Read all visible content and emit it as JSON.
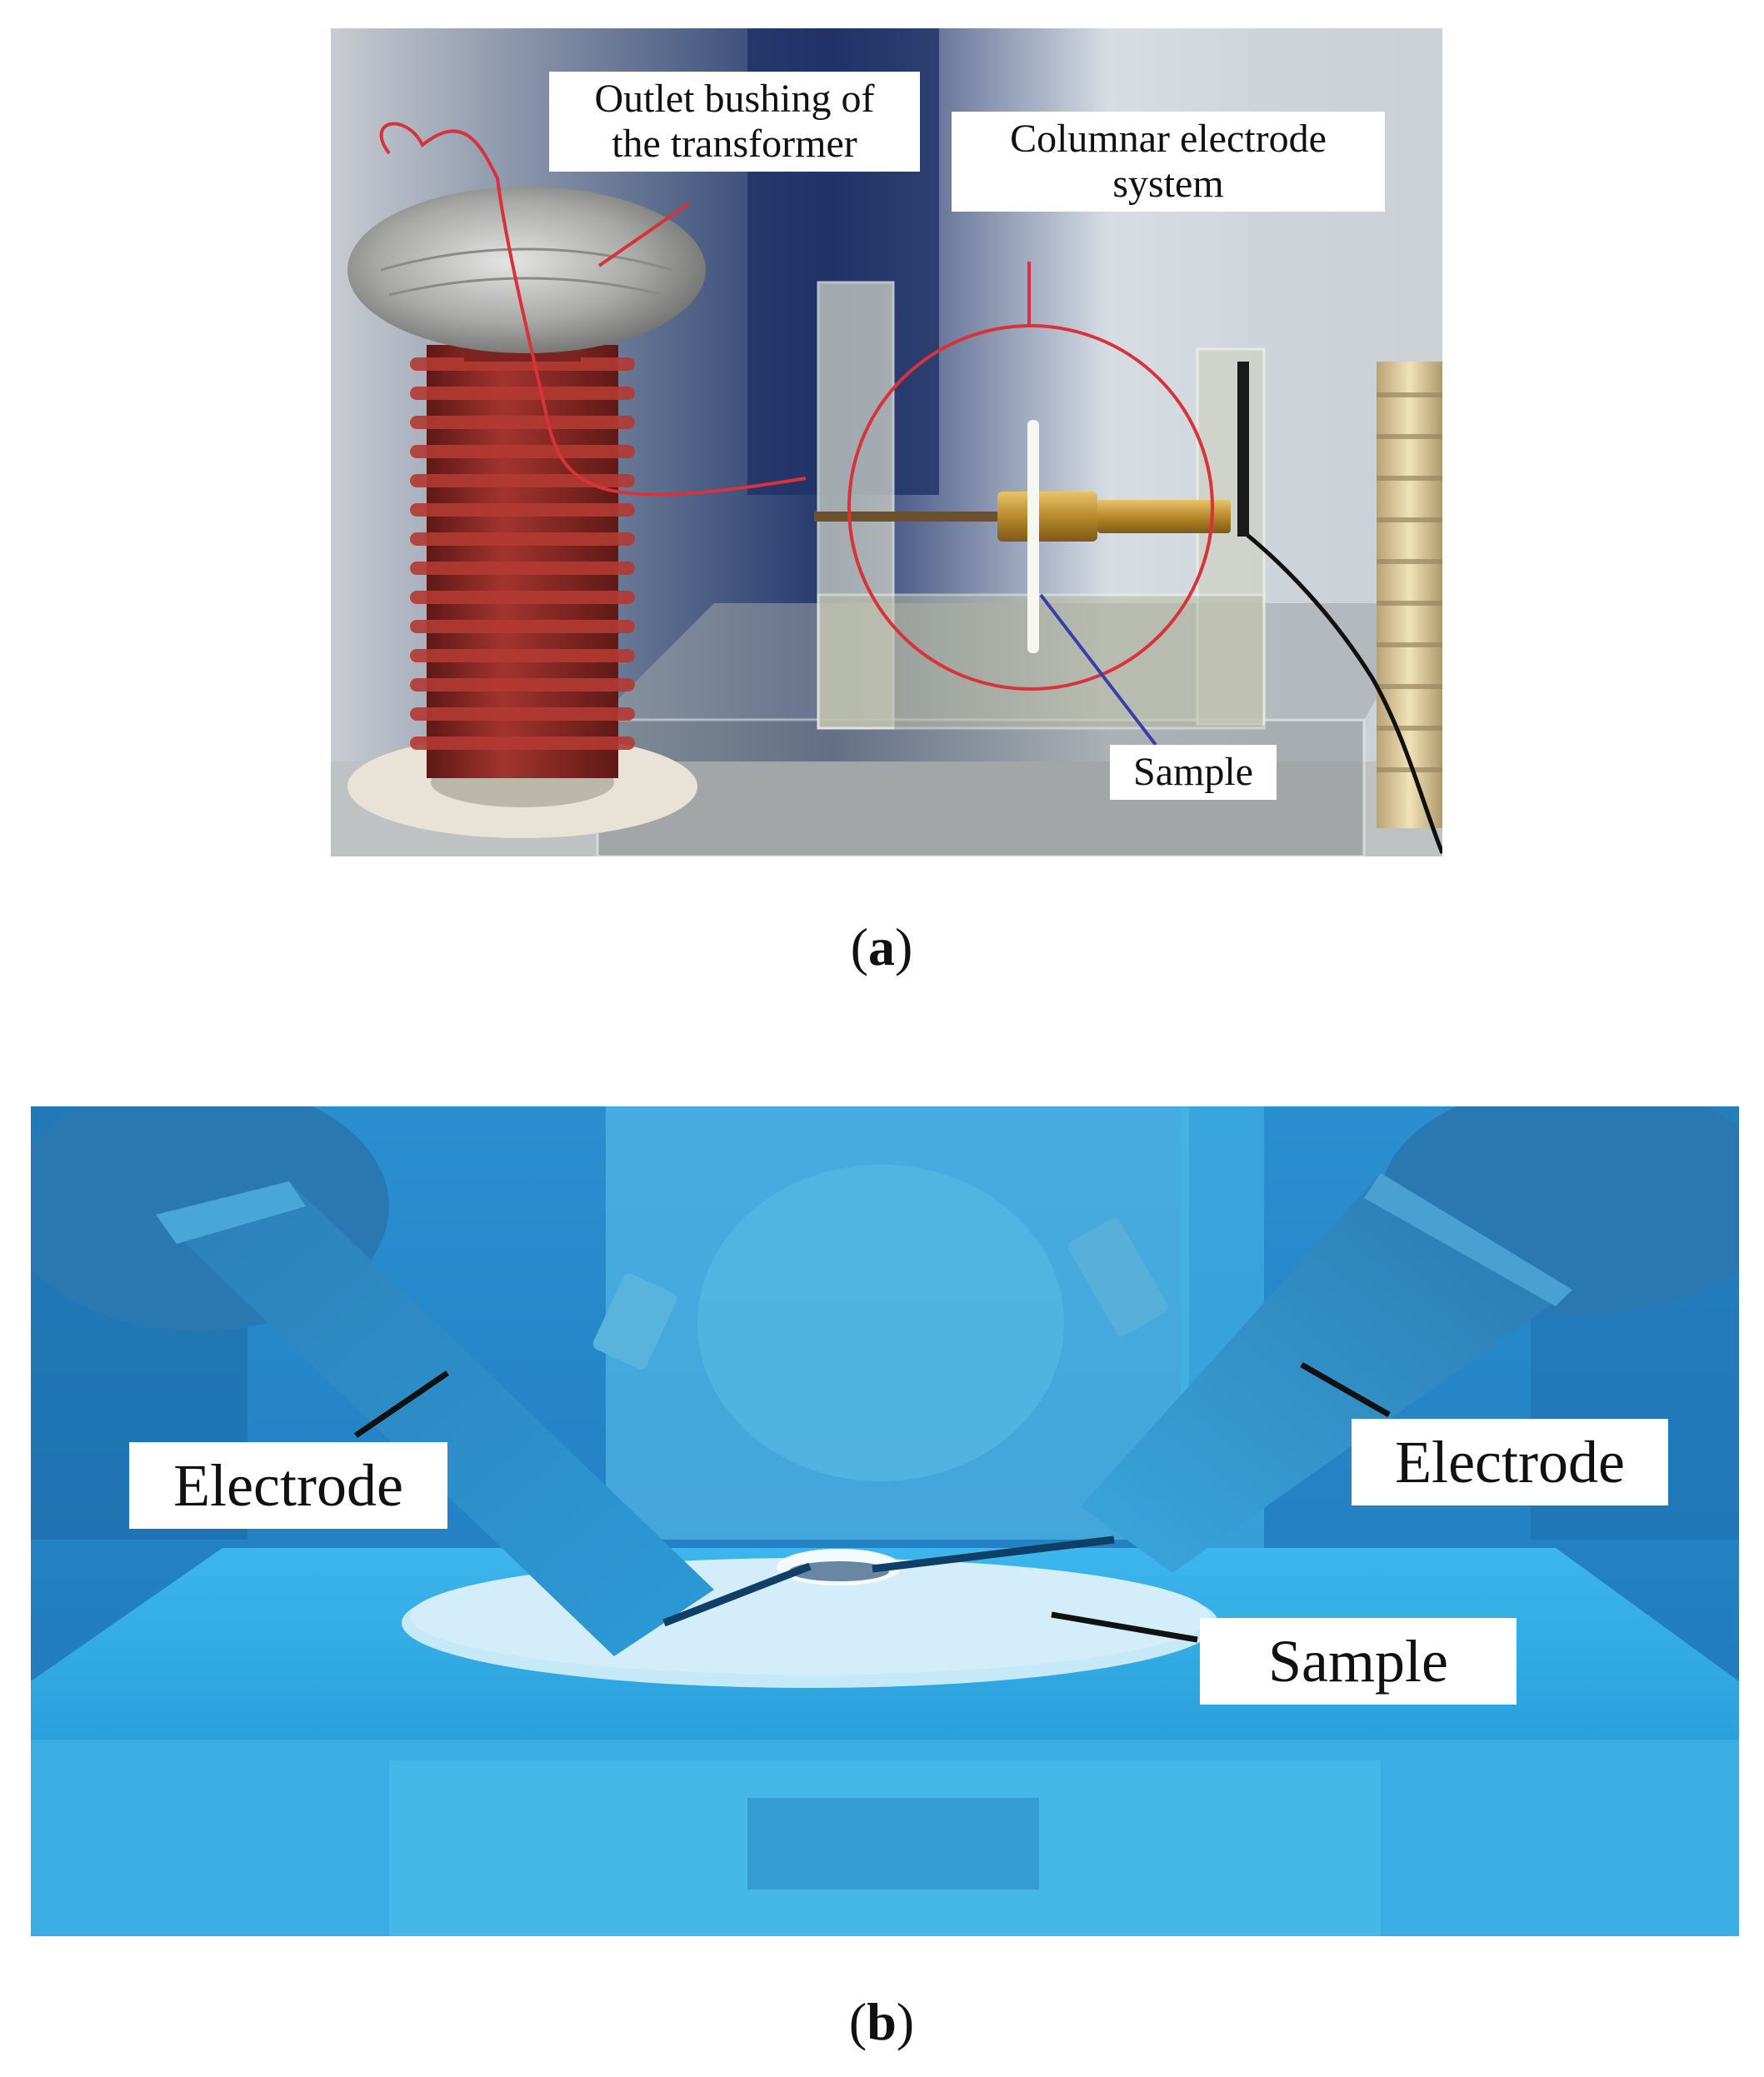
{
  "panel_a": {
    "labels": {
      "bushing_line1": "Outlet bushing of",
      "bushing_line2": "the transformer",
      "electrode_line1": "Columnar electrode",
      "electrode_line2": "system",
      "sample": "Sample"
    },
    "caption_letter": "a"
  },
  "panel_b": {
    "labels": {
      "electrode_left": "Electrode",
      "electrode_right": "Electrode",
      "sample": "Sample"
    },
    "caption_letter": "b"
  },
  "colors": {
    "annotation_red": "#d8323a",
    "annotation_blue": "#3a3fa8",
    "bushing_red": "#8f2a26",
    "brass": "#c79a36",
    "panel_b_tint": "#2fa9e4"
  }
}
